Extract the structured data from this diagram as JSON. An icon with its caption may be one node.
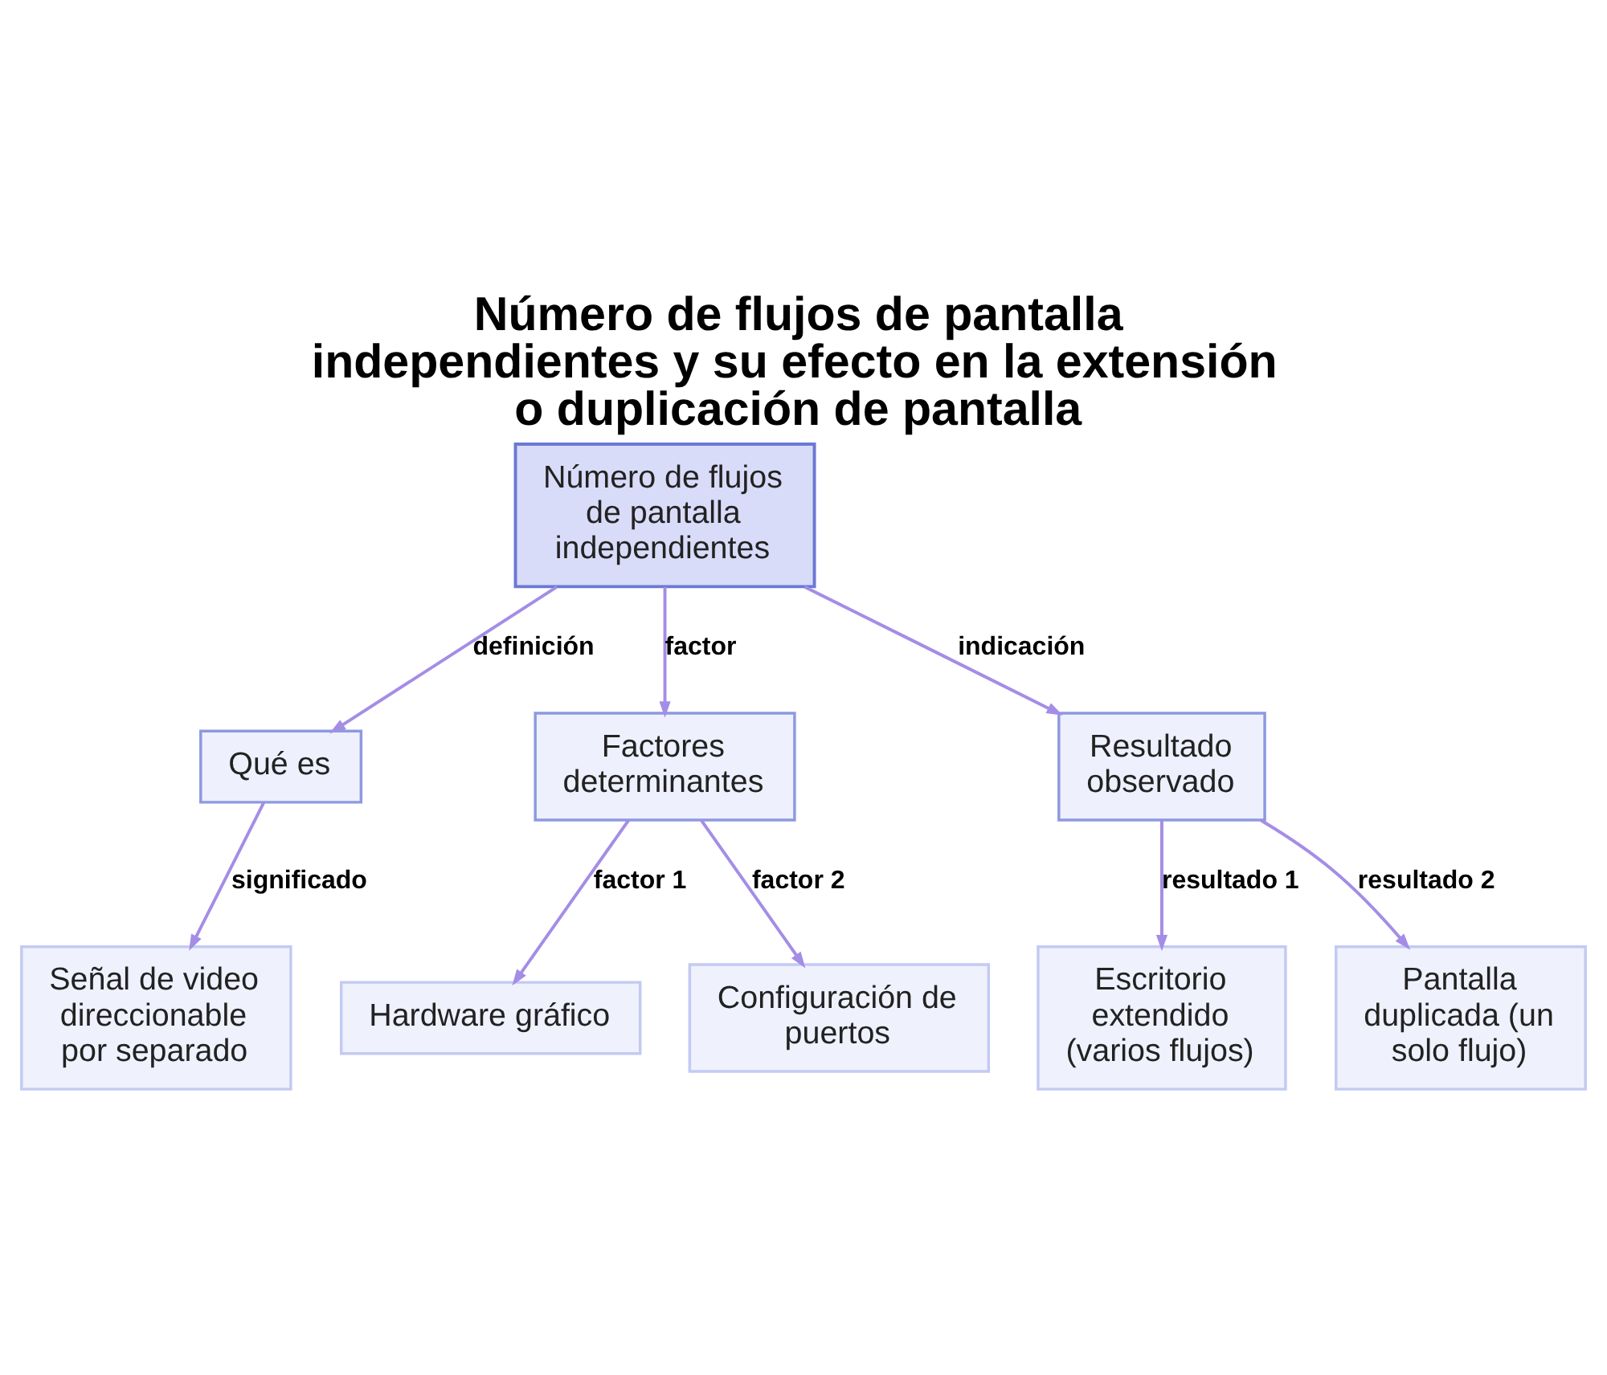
{
  "diagram": {
    "title": "Número de flujos de pantalla independientes y su efecto en la extensión o duplicación de pantalla",
    "nodes": [
      {
        "text": [
          "Número de flujos de pantalla independientes"
        ]
      },
      {
        "text": [
          "Qué es"
        ]
      },
      {
        "text": [
          "Factores determinantes"
        ]
      },
      {
        "text": [
          "Resultado observado"
        ]
      },
      {
        "text": [
          "Señal de video direccionable por separado"
        ]
      },
      {
        "text": [
          "Hardware gráfico"
        ]
      },
      {
        "text": [
          "Configuración de puertos"
        ]
      },
      {
        "text": [
          "Escritorio extendido (varios flujos)"
        ]
      },
      {
        "text": [
          "Pantalla duplicada (un solo flujo)"
        ]
      }
    ],
    "edges": [
      {
        "from": 0,
        "to": 1,
        "arrow": "to",
        "label": "definición"
      },
      {
        "from": 0,
        "to": 2,
        "arrow": "to",
        "label": "factor"
      },
      {
        "from": 0,
        "to": 3,
        "arrow": "to",
        "label": "indicación"
      },
      {
        "from": 1,
        "to": 4,
        "arrow": "to",
        "label": "significado"
      },
      {
        "from": 2,
        "to": 5,
        "arrow": "to",
        "label": "factor 1"
      },
      {
        "from": 2,
        "to": 6,
        "arrow": "to",
        "label": "factor 2"
      },
      {
        "from": 3,
        "to": 7,
        "arrow": "to",
        "label": "resultado 1"
      },
      {
        "from": 3,
        "to": 8,
        "arrow": "to",
        "label": "resultado 2"
      }
    ]
  }
}
